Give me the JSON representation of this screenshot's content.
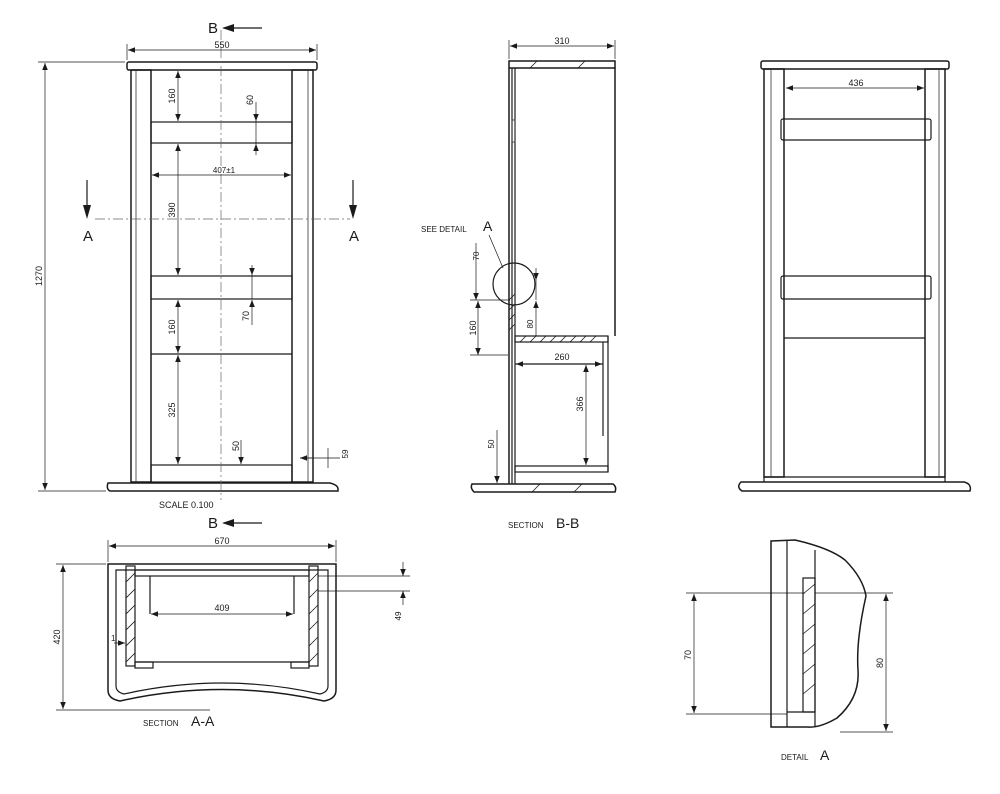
{
  "front_view": {
    "width": "550",
    "height": "1270",
    "d_60": "60",
    "d_160_top": "160",
    "d_407": "407±1",
    "d_390": "390",
    "d_70": "70",
    "d_160_mid": "160",
    "d_325": "325",
    "d_50": "50",
    "d_59": "59",
    "scale": "SCALE  0.100"
  },
  "section_markers": {
    "b": "B",
    "a": "A"
  },
  "side_view": {
    "depth": "310",
    "see_detail_prefix": "SEE DETAIL",
    "see_detail_letter": "A",
    "d_70": "70",
    "d_160": "160",
    "d_80": "80",
    "d_260": "260",
    "d_366": "366",
    "d_50": "50",
    "caption_prefix": "SECTION",
    "caption_letter": "B-B"
  },
  "back_view": {
    "inner_width": "436"
  },
  "section_aa": {
    "width": "670",
    "inner_width": "409",
    "depth": "420",
    "d_1": "1",
    "d_49": "49",
    "caption_prefix": "SECTION",
    "caption_letter": "A-A"
  },
  "detail_a": {
    "d_70": "70",
    "d_80": "80",
    "caption_prefix": "DETAIL",
    "caption_letter": "A"
  }
}
